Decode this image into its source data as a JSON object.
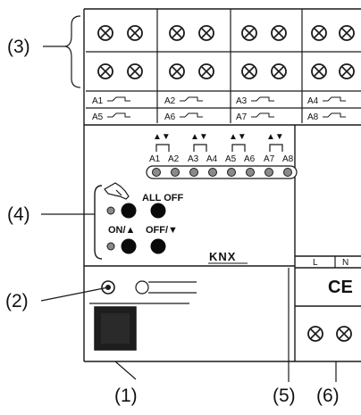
{
  "callouts": {
    "c1": "(1)",
    "c2": "(2)",
    "c3": "(3)",
    "c4": "(4)",
    "c5": "(5)",
    "c6": "(6)"
  },
  "channels_top": [
    "A1",
    "A2",
    "A3",
    "A4"
  ],
  "channels_bottom": [
    "A5",
    "A6",
    "A7",
    "A8"
  ],
  "led_labels": [
    "A1",
    "A2",
    "A3",
    "A4",
    "A5",
    "A6",
    "A7",
    "A8"
  ],
  "arrows": "▲▼",
  "buttons": {
    "all_off": "ALL OFF",
    "on": "ON/▲",
    "off": "OFF/▼"
  },
  "knx_logo": "KNX",
  "mains_terminals": [
    "L",
    "N"
  ],
  "ce_mark": "CE",
  "icons": {
    "terminal": "screw-terminal-icon",
    "manual": "hand-icon",
    "relay": "relay-contact-icon"
  },
  "colors": {
    "line": "#1a1a1a",
    "led": "#8a8a8a",
    "button": "#0a0a0a"
  }
}
